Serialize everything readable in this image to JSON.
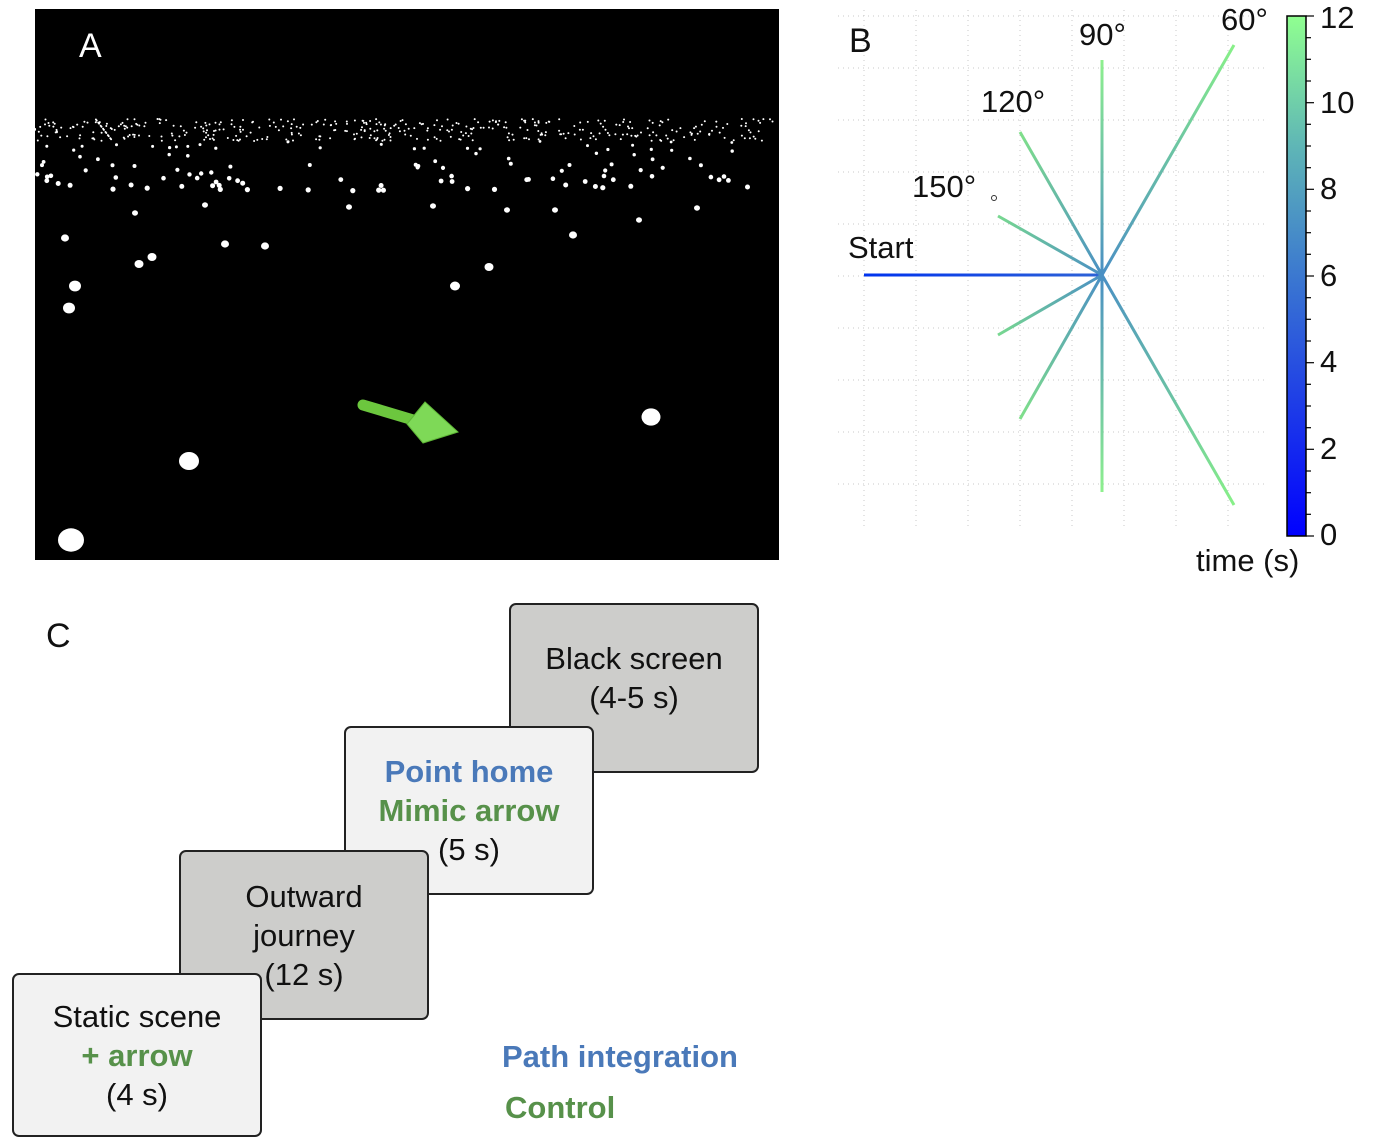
{
  "panel_a": {
    "letter": "A",
    "arrow_color": "#7ed957",
    "background": "#000000"
  },
  "panel_b": {
    "letter": "B",
    "start_label": "Start",
    "angle_labels": [
      "150°",
      "120°",
      "90°",
      "60°"
    ],
    "colorbar_label": "time (s)",
    "colorbar_ticks": [
      "0",
      "2",
      "4",
      "6",
      "8",
      "10",
      "12"
    ],
    "colormap": {
      "low": "#0000ff",
      "high": "#90ff90"
    }
  },
  "panel_c": {
    "letter": "C",
    "cards": {
      "black_screen": {
        "line1": "Black screen",
        "line2": "(4-5 s)"
      },
      "point_home": {
        "line1": "Point home",
        "line2": "Mimic arrow",
        "line3": "(5 s)"
      },
      "outward": {
        "line1": "Outward",
        "line2": "journey",
        "line3": "(12 s)"
      },
      "static": {
        "line1": "Static scene",
        "line2": "+ arrow",
        "line3": "(4 s)"
      }
    },
    "legend": {
      "path_integration": "Path integration",
      "control": "Control"
    },
    "colors": {
      "path_integration": "#4a79b9",
      "control": "#57914a",
      "card_dark": "#cdcdcb",
      "card_light": "#f2f2f2"
    }
  }
}
